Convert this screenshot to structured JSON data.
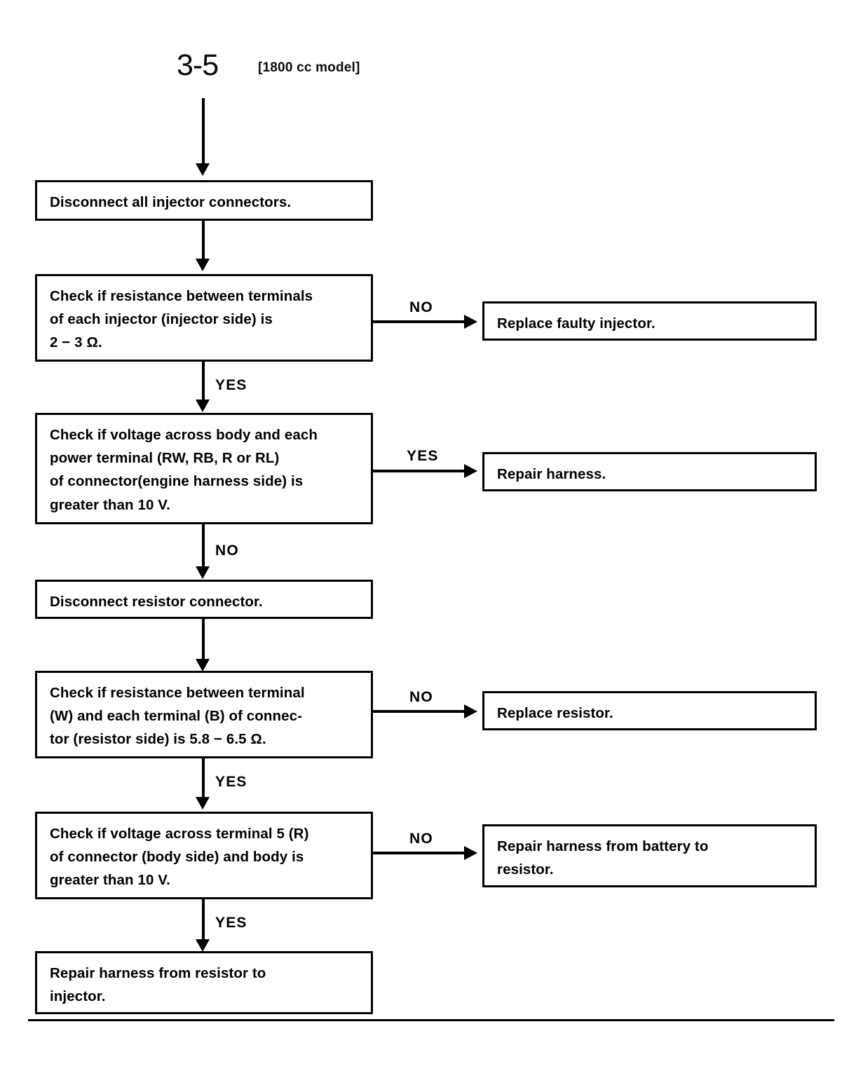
{
  "header": {
    "page_number": "3-5",
    "model_note": "[1800 cc model]"
  },
  "flowchart": {
    "type": "diagram",
    "title": "3-5  [1800 cc model]",
    "nodes": [
      {
        "id": "n1",
        "label": "Disconnect all injector connectors.",
        "kind": "action"
      },
      {
        "id": "n2",
        "label": "Check if resistance between terminals\nof each injector (injector side) is\n2 − 3 Ω.",
        "kind": "decision"
      },
      {
        "id": "n3",
        "label": "Replace faulty injector.",
        "kind": "terminal"
      },
      {
        "id": "n4",
        "label": "Check if voltage across body and each\npower terminal (RW, RB, R or RL)\nof connector(engine harness side) is\ngreater than 10 V.",
        "kind": "decision"
      },
      {
        "id": "n5",
        "label": "Repair harness.",
        "kind": "terminal"
      },
      {
        "id": "n6",
        "label": "Disconnect resistor connector.",
        "kind": "action"
      },
      {
        "id": "n7",
        "label": "Check if resistance between terminal\n(W) and each terminal (B) of connec-\ntor (resistor side) is 5.8 − 6.5 Ω.",
        "kind": "decision"
      },
      {
        "id": "n8",
        "label": "Replace resistor.",
        "kind": "terminal"
      },
      {
        "id": "n9",
        "label": "Check if voltage across terminal 5 (R)\nof connector (body side) and body is\ngreater than 10 V.",
        "kind": "decision"
      },
      {
        "id": "n10",
        "label": "Repair harness from battery to\nresistor.",
        "kind": "terminal"
      },
      {
        "id": "n11",
        "label": "Repair harness from resistor to\ninjector.",
        "kind": "terminal"
      }
    ],
    "edges": [
      {
        "from": "start",
        "to": "n1",
        "label": ""
      },
      {
        "from": "n1",
        "to": "n2",
        "label": ""
      },
      {
        "from": "n2",
        "to": "n3",
        "label": "NO"
      },
      {
        "from": "n2",
        "to": "n4",
        "label": "YES"
      },
      {
        "from": "n4",
        "to": "n5",
        "label": "YES"
      },
      {
        "from": "n4",
        "to": "n6",
        "label": "NO"
      },
      {
        "from": "n6",
        "to": "n7",
        "label": ""
      },
      {
        "from": "n7",
        "to": "n8",
        "label": "NO"
      },
      {
        "from": "n7",
        "to": "n9",
        "label": "YES"
      },
      {
        "from": "n9",
        "to": "n10",
        "label": "NO"
      },
      {
        "from": "n9",
        "to": "n11",
        "label": "YES"
      }
    ],
    "branch_labels": {
      "no_1": "NO",
      "yes_1": "YES",
      "yes_2": "YES",
      "no_2": "NO",
      "no_3": "NO",
      "yes_3": "YES",
      "no_4": "NO",
      "yes_4": "YES"
    },
    "colors": {
      "ink": "#000000",
      "paper": "#ffffff"
    }
  }
}
